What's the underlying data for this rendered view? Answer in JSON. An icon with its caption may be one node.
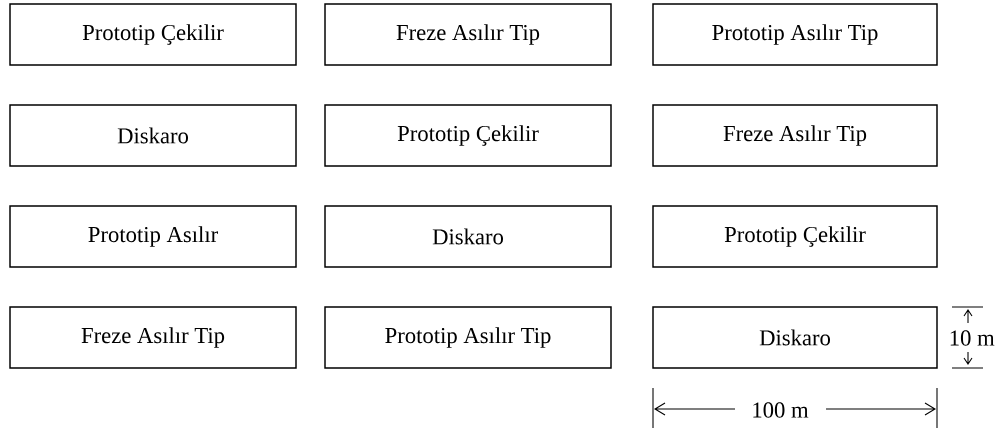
{
  "diagram": {
    "nodes": [
      {
        "text": [
          "Prototip Çekilir"
        ]
      },
      {
        "text": [
          "Freze Asılır Tip"
        ]
      },
      {
        "text": [
          "Prototip Asılır Tip"
        ]
      },
      {
        "text": [
          "Diskaro"
        ]
      },
      {
        "text": [
          "Prototip Çekilir"
        ]
      },
      {
        "text": [
          "Freze Asılır Tip"
        ]
      },
      {
        "text": [
          "Prototip Asılır"
        ]
      },
      {
        "text": [
          "Diskaro"
        ]
      },
      {
        "text": [
          "Prototip Çekilir"
        ]
      },
      {
        "text": [
          "Freze Asılır Tip"
        ]
      },
      {
        "text": [
          "Prototip Asılır Tip"
        ]
      },
      {
        "text": [
          "Diskaro"
        ]
      }
    ],
    "labels": [
      "10 m",
      "100 m"
    ]
  }
}
